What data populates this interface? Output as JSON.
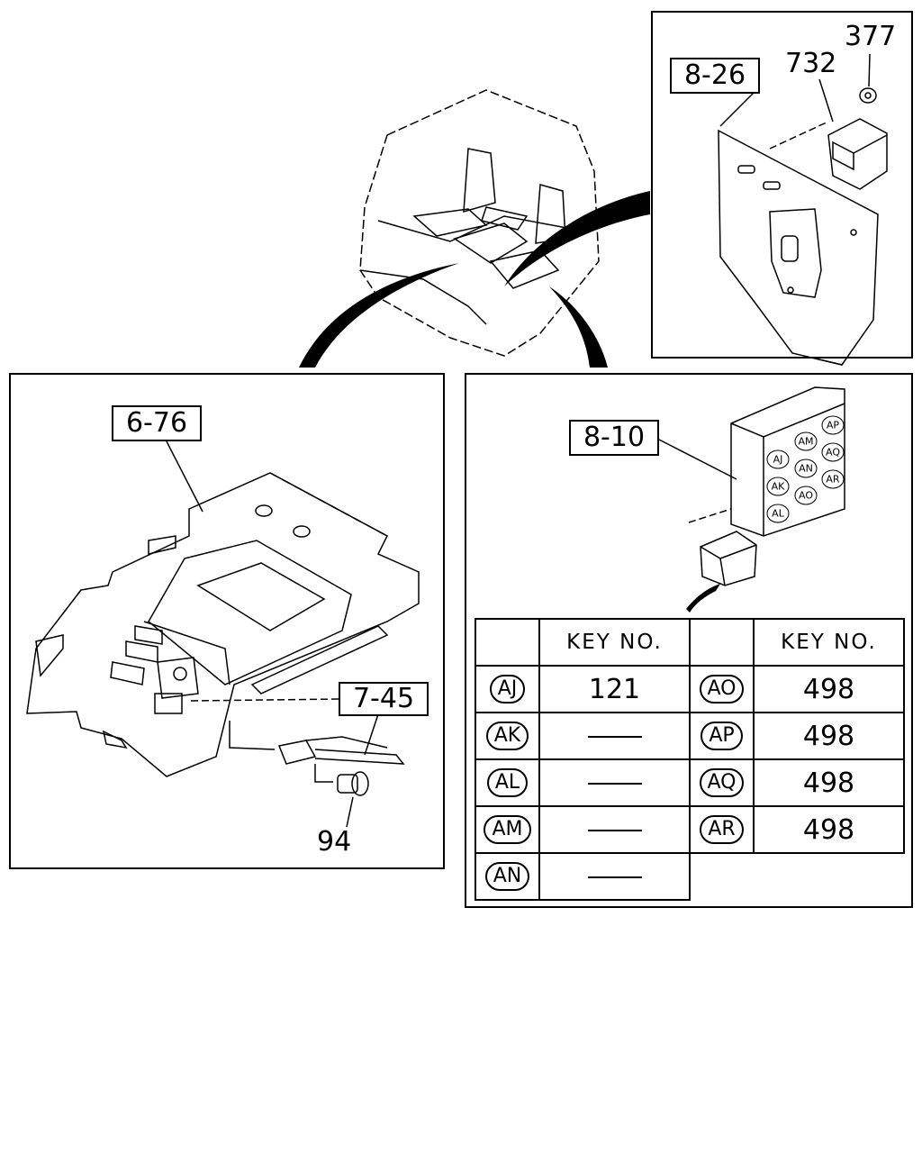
{
  "diagram": {
    "callouts": {
      "top_right_box": "8-26",
      "top_right_num_1": "377",
      "top_right_num_2": "732",
      "left_box_1": "6-76",
      "left_box_2": "7-45",
      "left_num": "94",
      "right_box": "8-10"
    },
    "relay_labels": [
      "AJ",
      "AK",
      "AL",
      "AM",
      "AN",
      "AO",
      "AP",
      "AQ",
      "AR"
    ],
    "table": {
      "header_left": "KEY NO.",
      "header_right": "KEY NO.",
      "rows": [
        {
          "left_code": "AJ",
          "left_value": "121",
          "right_code": "AO",
          "right_value": "498"
        },
        {
          "left_code": "AK",
          "left_value": "",
          "right_code": "AP",
          "right_value": "498"
        },
        {
          "left_code": "AL",
          "left_value": "",
          "right_code": "AQ",
          "right_value": "498"
        },
        {
          "left_code": "AM",
          "left_value": "",
          "right_code": "AR",
          "right_value": "498"
        },
        {
          "left_code": "AN",
          "left_value": ""
        }
      ]
    }
  }
}
